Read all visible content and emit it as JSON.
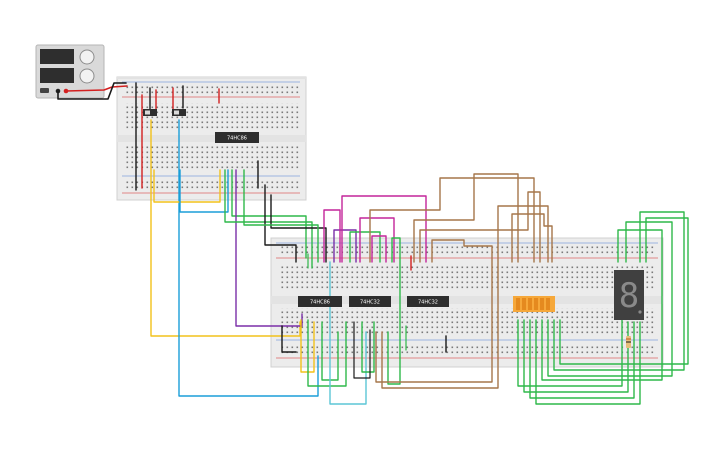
{
  "circuit": {
    "chips": [
      {
        "id": "top",
        "label": "74HC86"
      },
      {
        "id": "left",
        "label": "74HC86"
      },
      {
        "id": "middle",
        "label": "74HC32"
      },
      {
        "id": "right",
        "label": "74HC32"
      }
    ],
    "display_digit": "8"
  },
  "colors": {
    "wire_red": "#d32020",
    "wire_black": "#1a1a1a",
    "wire_yellow": "#f2c21b",
    "wire_blue": "#1b9ed8",
    "wire_green": "#2fb84a",
    "wire_purple": "#7b2fa8",
    "wire_magenta": "#c3259a",
    "wire_brown": "#a6764a",
    "wire_cyan": "#5cc6d6",
    "board": "#ececec",
    "display": "#404040"
  }
}
